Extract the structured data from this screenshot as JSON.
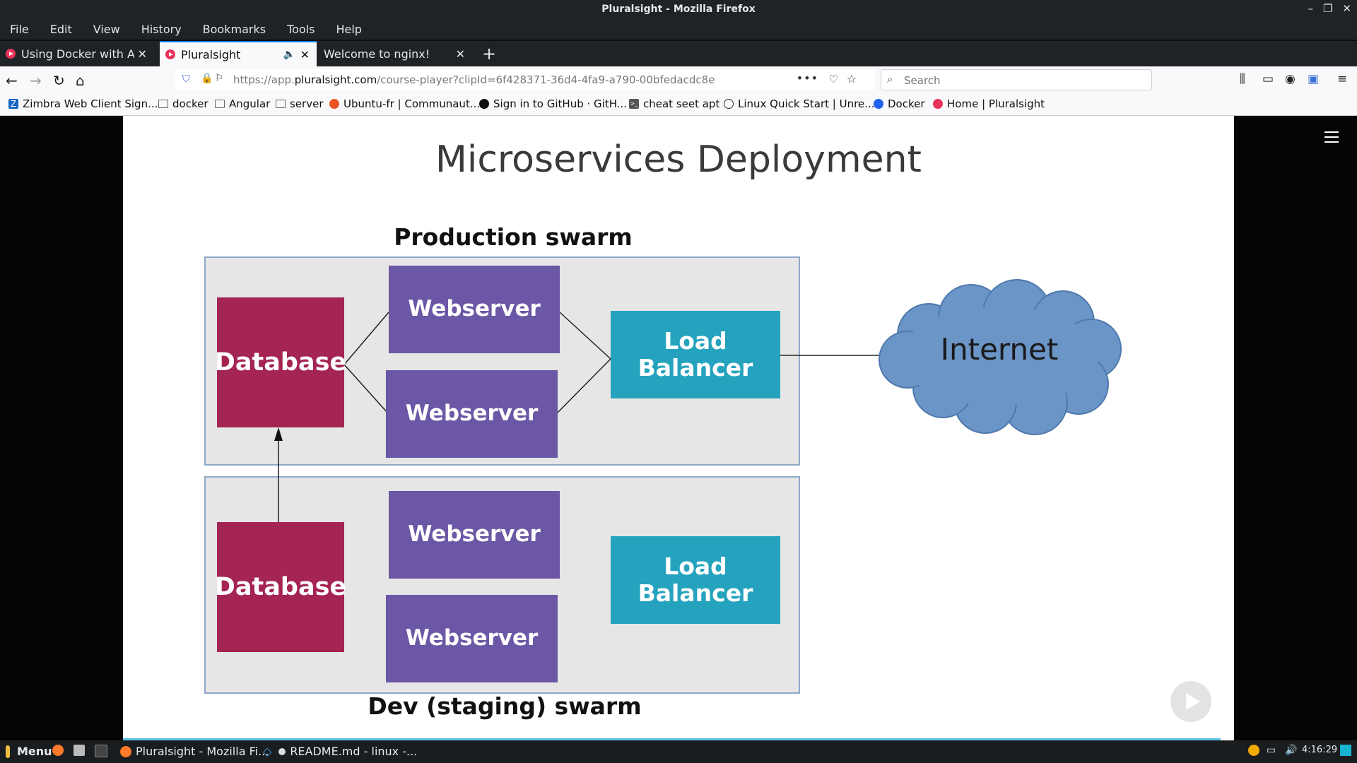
{
  "window": {
    "title": "Pluralsight - Mozilla Firefox"
  },
  "menu": [
    "File",
    "Edit",
    "View",
    "History",
    "Bookmarks",
    "Tools",
    "Help"
  ],
  "tabs": [
    {
      "label": "Using Docker with AWS"
    },
    {
      "label": "Pluralsight"
    },
    {
      "label": "Welcome to nginx!"
    }
  ],
  "nav": {
    "url_prefix": "https://app.",
    "url_domain": "pluralsight.com",
    "url_path": "/course-player?clipId=6f428371-36d4-4fa9-a790-00bfedacdc8e",
    "search_placeholder": "Search"
  },
  "bookmarks": [
    {
      "label": "Zimbra Web Client Sign...",
      "icon": "zimbra-icon",
      "color": "#1565c0"
    },
    {
      "label": "docker",
      "icon": "folder-icon",
      "color": "#666666"
    },
    {
      "label": "Angular",
      "icon": "folder-icon",
      "color": "#666666"
    },
    {
      "label": "server",
      "icon": "folder-icon",
      "color": "#666666"
    },
    {
      "label": "Ubuntu-fr | Communaut...",
      "icon": "ubuntu-icon",
      "color": "#e95420"
    },
    {
      "label": "Sign in to GitHub · GitH...",
      "icon": "github-icon",
      "color": "#111111"
    },
    {
      "label": "cheat seet apt",
      "icon": "terminal-icon",
      "color": "#555555"
    },
    {
      "label": "Linux Quick Start | Unre...",
      "icon": "globe-icon",
      "color": "#333333"
    },
    {
      "label": "Docker",
      "icon": "docker-icon",
      "color": "#1d63ed"
    },
    {
      "label": "Home | Pluralsight",
      "icon": "pluralsight-icon",
      "color": "#e8335a"
    }
  ],
  "slide": {
    "title": "Microservices Deployment",
    "production": {
      "label": "Production swarm",
      "database": "Database",
      "webserver1": "Webserver",
      "webserver2": "Webserver",
      "loadbalancer": "Load Balancer"
    },
    "dev": {
      "label": "Dev (staging) swarm",
      "database": "Database",
      "webserver1": "Webserver",
      "webserver2": "Webserver",
      "loadbalancer": "Load Balancer"
    },
    "cloud": "Internet"
  },
  "taskbar": {
    "menu": "Menu",
    "firefox_window": "Pluralsight - Mozilla Fi...",
    "vscode_window": "README.md - linux -...",
    "clock": "4:16:29"
  }
}
